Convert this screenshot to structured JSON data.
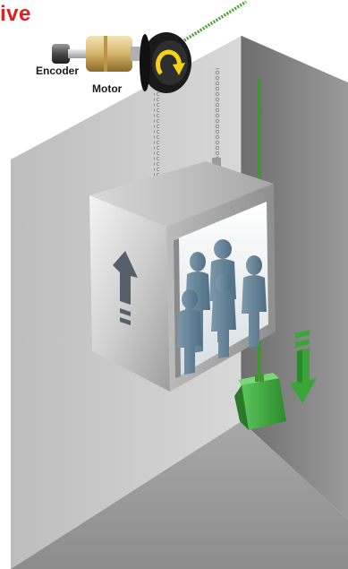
{
  "title": {
    "text": "ive",
    "color": "#e02020"
  },
  "labels": {
    "encoder": "Encoder",
    "motor": "Motor"
  },
  "colors": {
    "wall_dark": "#7d7d7d",
    "wall_mid": "#a9a9a9",
    "wall_light": "#d6d6d6",
    "rope": "#5aaa3c",
    "counterweight": "#3aa63a",
    "arrow_up": "#56606a",
    "arrow_down": "#3aa63a",
    "people": "#5f7f95"
  },
  "icons": {
    "up_arrow": "up-arrow-icon",
    "down_arrow": "down-arrow-icon",
    "rotation": "rotation-arrow-icon"
  }
}
